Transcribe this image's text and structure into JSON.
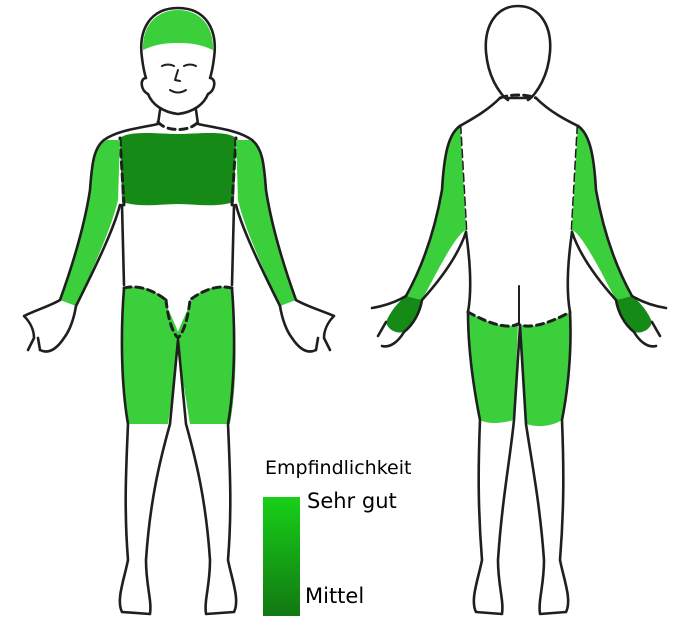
{
  "diagram": {
    "regions": {
      "front_scalp": {
        "level": "sehr_gut"
      },
      "front_chest": {
        "level": "mittel"
      },
      "front_left_arm": {
        "level": "sehr_gut"
      },
      "front_right_arm": {
        "level": "sehr_gut"
      },
      "front_left_thigh": {
        "level": "sehr_gut"
      },
      "front_right_thigh": {
        "level": "sehr_gut"
      },
      "back_left_arm": {
        "level": "sehr_gut"
      },
      "back_right_arm": {
        "level": "sehr_gut"
      },
      "back_left_hand": {
        "level": "mittel"
      },
      "back_right_hand": {
        "level": "mittel"
      },
      "back_left_thigh": {
        "level": "sehr_gut"
      },
      "back_right_thigh": {
        "level": "sehr_gut"
      }
    }
  },
  "legend": {
    "title": "Empfindlichkeit",
    "top_label": "Sehr gut",
    "bottom_label": "Mittel",
    "gradient_top_color": "#18d018",
    "gradient_bottom_color": "#127812"
  },
  "colors": {
    "sehr_gut": "#3ccf3c",
    "mittel": "#168a16",
    "outline": "#1f1f1f",
    "background": "#ffffff"
  }
}
